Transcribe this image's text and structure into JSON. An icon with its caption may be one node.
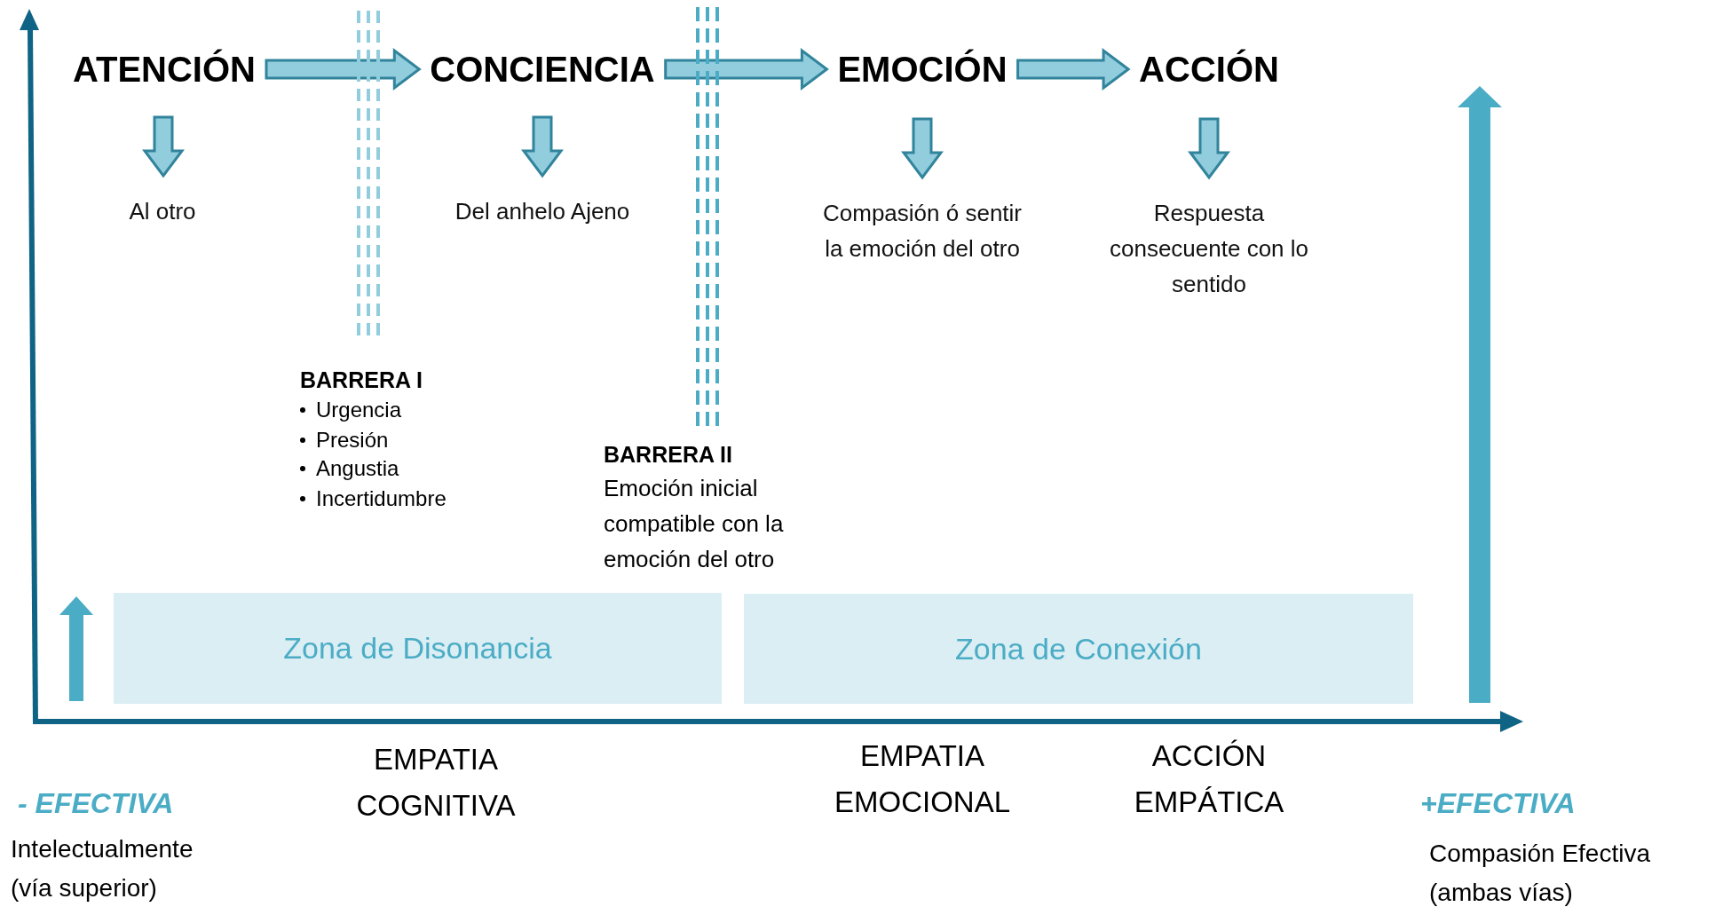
{
  "diagram": {
    "nodes": [
      {
        "text": [
          "ATENCIÓN"
        ]
      },
      {
        "text": [
          "CONCIENCIA"
        ]
      },
      {
        "text": [
          "EMOCIÓN"
        ]
      },
      {
        "text": [
          "ACCIÓN"
        ]
      },
      {
        "text": [
          "Al otro"
        ]
      },
      {
        "text": [
          "Del anhelo Ajeno"
        ]
      },
      {
        "text": [
          "Compasión ó sentir la emoción del otro"
        ]
      },
      {
        "text": [
          "Respuesta consecuente con lo sentido"
        ]
      },
      {
        "text": [
          "Zona de Disonancia"
        ]
      },
      {
        "text": [
          "Zona de Conexión"
        ]
      }
    ],
    "edges": [
      {
        "from": 0,
        "to": 1,
        "arrow": "to"
      },
      {
        "from": 1,
        "to": 2,
        "arrow": "to"
      },
      {
        "from": 2,
        "to": 3,
        "arrow": "to"
      },
      {
        "from": 0,
        "to": 4,
        "arrow": "to"
      },
      {
        "from": 1,
        "to": 5,
        "arrow": "to"
      },
      {
        "from": 2,
        "to": 6,
        "arrow": "to"
      },
      {
        "from": 3,
        "to": 7,
        "arrow": "to"
      }
    ],
    "labels": [
      "BARRERA I",
      "Urgencia",
      "Presión",
      "Angustia",
      "Incertidumbre",
      "BARRERA II",
      "Emoción inicial compatible con la emoción del otro",
      "EMPATIA COGNITIVA",
      "EMPATIA EMOCIONAL",
      "ACCIÓN EMPÁTICA",
      "- EFECTIVA",
      "+EFECTIVA",
      "Intelectualmente (vía superior)",
      "Compasión Efectiva (ambas vías)"
    ]
  }
}
